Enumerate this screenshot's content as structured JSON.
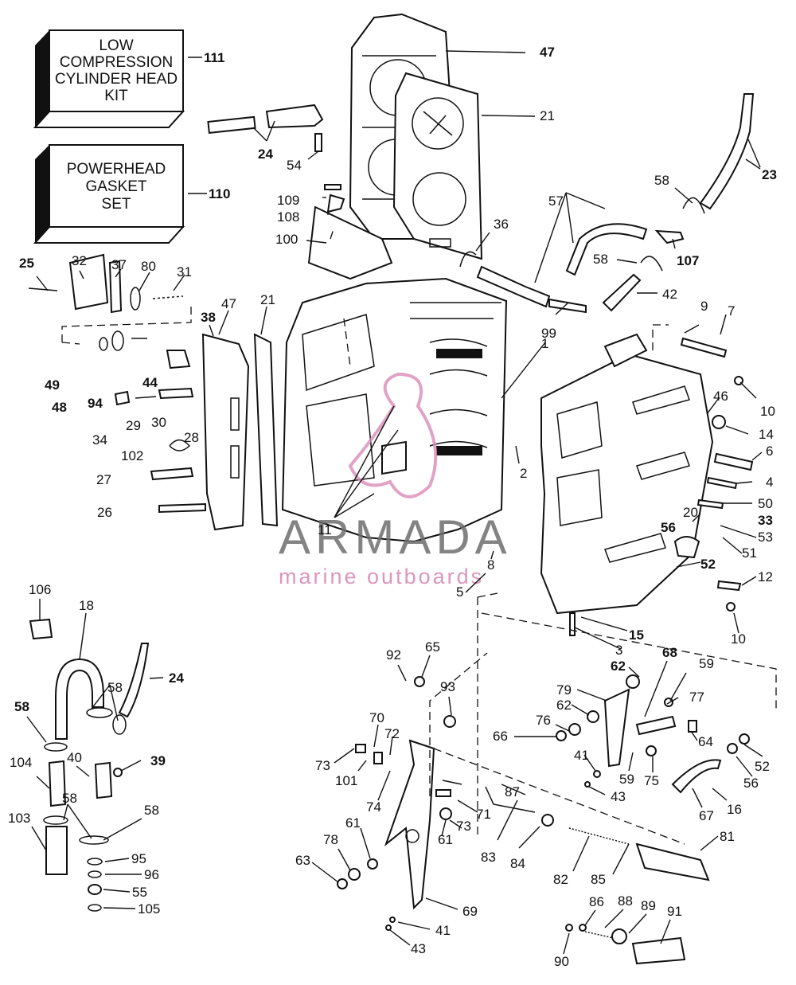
{
  "kits": [
    {
      "lines": [
        "LOW",
        "COMPRESSION",
        "CYLINDER HEAD",
        "KIT"
      ],
      "ref": "111"
    },
    {
      "lines": [
        "POWERHEAD",
        "GASKET",
        "SET"
      ],
      "ref": "110"
    }
  ],
  "watermark": {
    "brand": "ARMADA",
    "tagline": "marine outboards"
  },
  "callouts": [
    "47",
    "21",
    "23",
    "24",
    "54",
    "109",
    "108",
    "100",
    "36",
    "57",
    "58",
    "107",
    "58",
    "42",
    "99",
    "25",
    "32",
    "37",
    "80",
    "31",
    "38",
    "47",
    "21",
    "49",
    "48",
    "94",
    "44",
    "34",
    "29",
    "30",
    "28",
    "102",
    "27",
    "26",
    "9",
    "7",
    "1",
    "10",
    "46",
    "14",
    "2",
    "6",
    "4",
    "20",
    "50",
    "33",
    "53",
    "56",
    "51",
    "11",
    "8",
    "5",
    "52",
    "12",
    "3",
    "15",
    "10",
    "106",
    "18",
    "24",
    "58",
    "58",
    "104",
    "40",
    "39",
    "58",
    "103",
    "58",
    "95",
    "96",
    "55",
    "105",
    "92",
    "65",
    "93",
    "62",
    "68",
    "59",
    "79",
    "62",
    "77",
    "76",
    "66",
    "64",
    "41",
    "59",
    "75",
    "43",
    "52",
    "56",
    "70",
    "72",
    "73",
    "101",
    "74",
    "71",
    "87",
    "73",
    "61",
    "61",
    "78",
    "63",
    "83",
    "84",
    "82",
    "85",
    "81",
    "67",
    "16",
    "69",
    "41",
    "43",
    "86",
    "88",
    "89",
    "91",
    "90"
  ]
}
